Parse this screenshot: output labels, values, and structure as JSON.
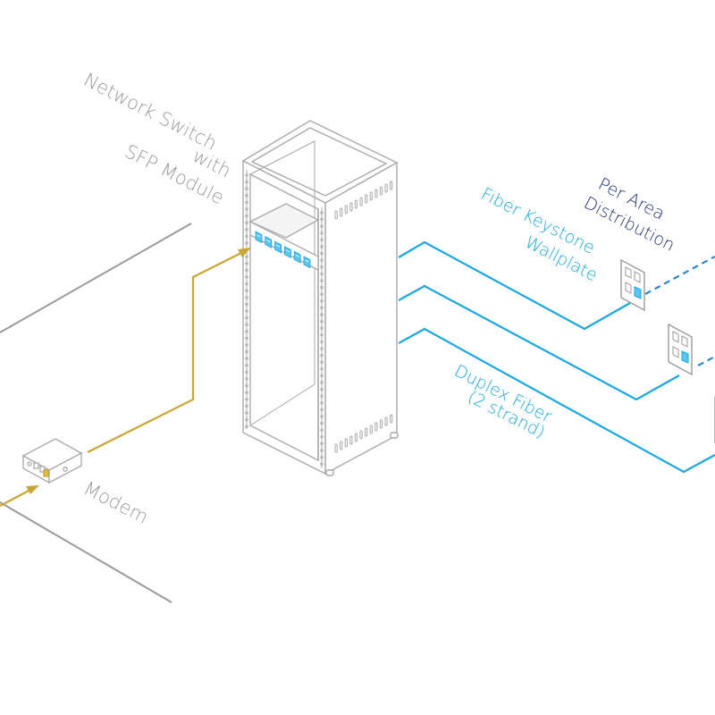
{
  "labels": {
    "switch_line1": "Network Switch",
    "switch_line2": "with",
    "switch_line3": "SFP Module",
    "modem": "Modem",
    "wallplate_line1": "Fiber Keystone",
    "wallplate_line2": "Wallplate",
    "distribution_line1": "Per Area",
    "distribution_line2": "Distribution",
    "fiber_line1": "Duplex Fiber",
    "fiber_line2": "(2 strand)"
  },
  "colors": {
    "outline": "#a9a9a9",
    "uplink": "#c9a533",
    "fiber": "#1aa7e0",
    "port": "#5cc4ef",
    "distribution": "#1e2f78"
  }
}
